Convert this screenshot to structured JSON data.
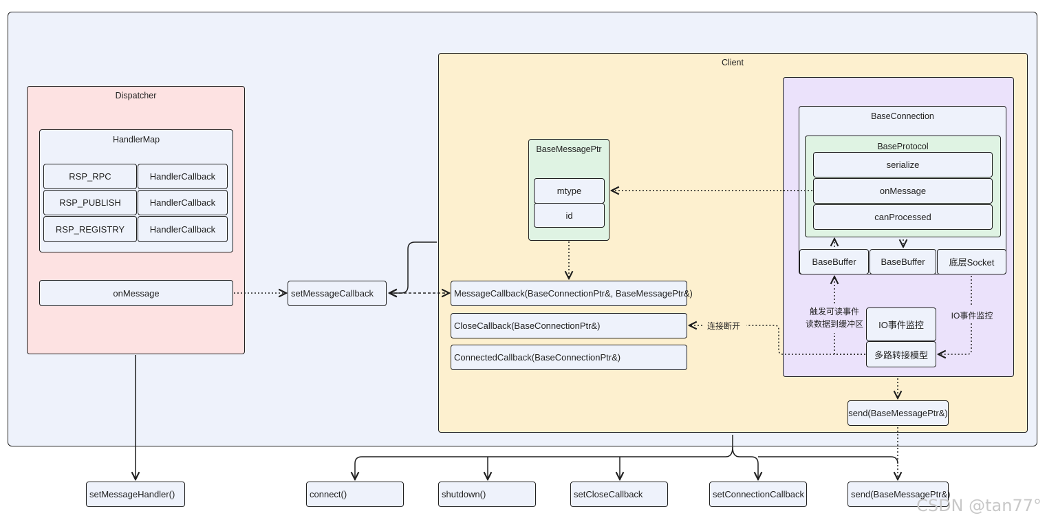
{
  "dispatcher": {
    "title": "Dispatcher",
    "handler_map": {
      "title": "HandlerMap",
      "rows": [
        {
          "key": "RSP_RPC",
          "value": "HandlerCallback"
        },
        {
          "key": "RSP_PUBLISH",
          "value": "HandlerCallback"
        },
        {
          "key": "RSP_REGISTRY",
          "value": "HandlerCallback"
        }
      ]
    },
    "on_message": "onMessage"
  },
  "middle": {
    "set_message_callback": "setMessageCallback"
  },
  "client": {
    "title": "Client",
    "base_message_ptr": {
      "title": "BaseMessagePtr",
      "fields": [
        "mtype",
        "id"
      ]
    },
    "callbacks": [
      "MessageCallback(BaseConnectionPtr&,  BaseMessagePtr&)",
      "CloseCallback(BaseConnectionPtr&)",
      "ConnectedCallback(BaseConnectionPtr&)"
    ],
    "disconnect_label": "连接断开",
    "base_connection": {
      "title": "BaseConnection",
      "protocol": {
        "title": "BaseProtocol",
        "methods": [
          "serialize",
          "onMessage",
          "canProcessed"
        ]
      },
      "buffers": [
        "BaseBuffer",
        "BaseBuffer",
        "底层Socket"
      ],
      "trigger_label_1": "触发可读事件",
      "trigger_label_2": "读数据到缓冲区",
      "io_label": "IO事件监控",
      "io_box": "IO事件监控",
      "multiplex_box": "多路转接模型"
    },
    "send": "send(BaseMessagePtr&)"
  },
  "bottom": [
    "setMessageHandler()",
    "connect()",
    "shutdown()",
    "setCloseCallback",
    "setConnectionCallback",
    "send(BaseMessagePtr&)"
  ],
  "watermark": "CSDN @tan77°",
  "colors": {
    "outer_bg": "#eef2fb",
    "dispatcher_bg": "#fde2e2",
    "client_bg": "#fdf0cf",
    "connection_bg": "#ebe2fb",
    "protocol_bg": "#dff3e3",
    "item_bg": "#eef2fb"
  }
}
